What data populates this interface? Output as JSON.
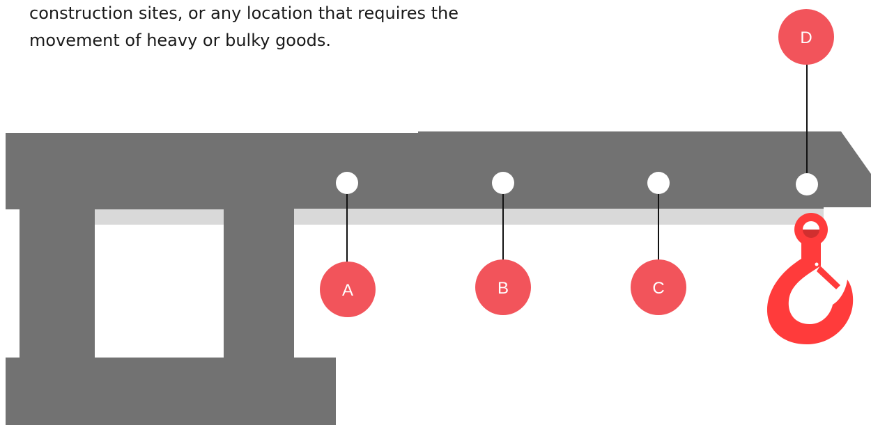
{
  "description": {
    "lines": [
      "construction sites, or any location that requires the",
      "movement of heavy or bulky goods."
    ]
  },
  "markers": [
    {
      "label": "A",
      "icon": "label-circle"
    },
    {
      "label": "B",
      "icon": "label-circle"
    },
    {
      "label": "C",
      "icon": "label-circle"
    },
    {
      "label": "D",
      "icon": "label-circle"
    }
  ],
  "hook": {
    "icon": "crane-hook-icon"
  },
  "colors": {
    "structure": "#727272",
    "shadow": "#d9d9d9",
    "marker": "#f2545b",
    "hook": "#ff3b3b",
    "pin": "#ffffff",
    "text": "#1a1a1a"
  }
}
